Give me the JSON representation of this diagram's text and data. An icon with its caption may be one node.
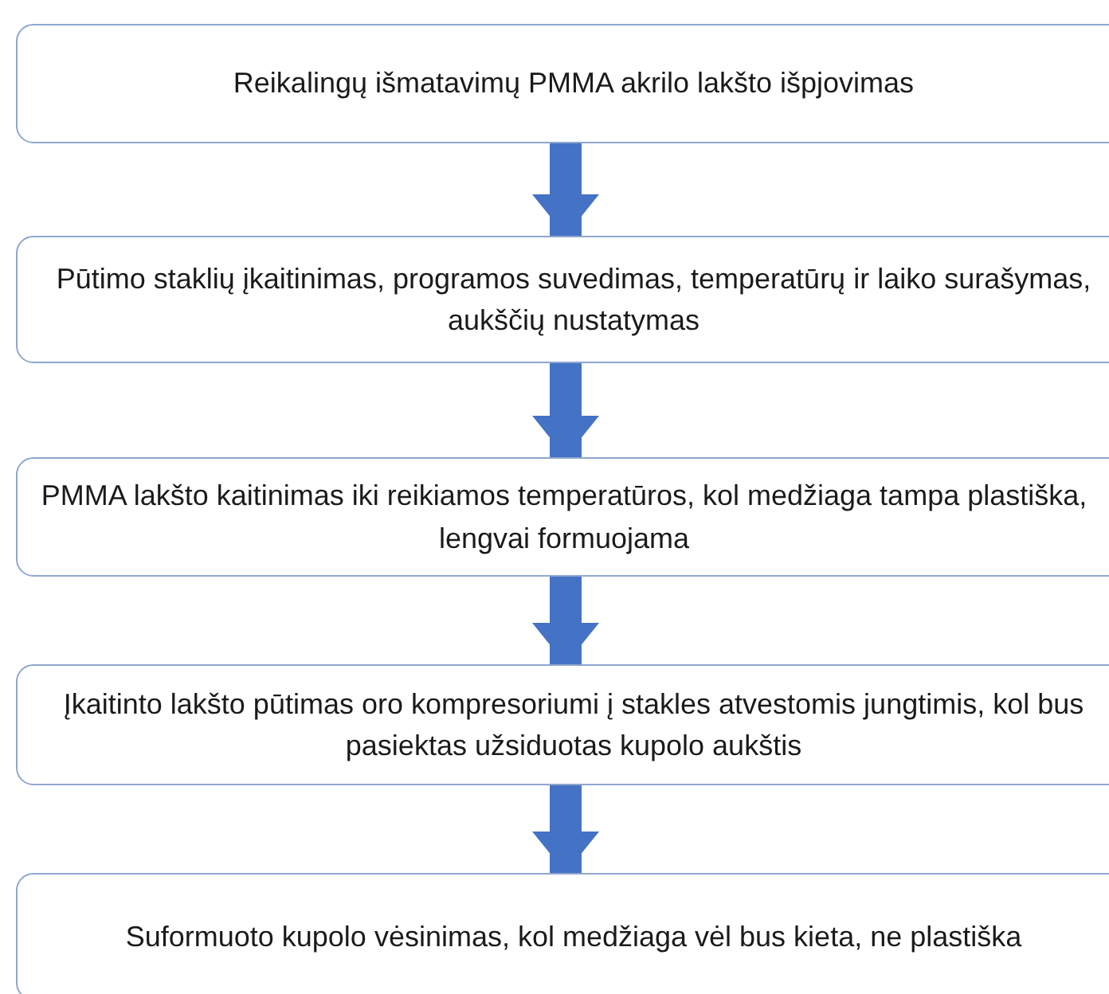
{
  "diagram": {
    "nodes": [
      {
        "text": [
          "Reikalingų išmatavimų PMMA akrilo lakšto išpjovimas"
        ]
      },
      {
        "text": [
          "Pūtimo staklių įkaitinimas, programos suvedimas, temperatūrų ir laiko surašymas, aukščių nustatymas"
        ]
      },
      {
        "text": [
          "PMMA lakšto kaitinimas iki reikiamos temperatūros, kol medžiaga tampa plastiška, lengvai formuojama"
        ]
      },
      {
        "text": [
          "Įkaitinto lakšto pūtimas oro kompresoriumi į stakles atvestomis jungtimis, kol bus pasiektas užsiduotas kupolo aukštis"
        ]
      },
      {
        "text": [
          "Suformuoto kupolo vėsinimas, kol medžiaga vėl bus kieta, ne plastiška"
        ]
      }
    ],
    "edges": [
      {
        "from": 0,
        "to": 1,
        "arrow": "to"
      },
      {
        "from": 1,
        "to": 2,
        "arrow": "to"
      },
      {
        "from": 2,
        "to": 3,
        "arrow": "to"
      },
      {
        "from": 3,
        "to": 4,
        "arrow": "to"
      }
    ]
  }
}
